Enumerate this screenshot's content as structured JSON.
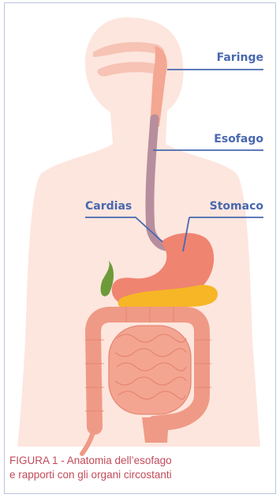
{
  "labels": {
    "faringe": "Faringe",
    "esofago": "Esofago",
    "cardias": "Cardias",
    "stomaco": "Stomaco"
  },
  "caption": {
    "line1": "FIGURA 1 - Anatomia dell’esofago",
    "line2": "e rapporti con gli organi circostanti"
  },
  "colors": {
    "body": "#fde6de",
    "inner": "#f8d3c5",
    "esophagus": "#b78e9e",
    "stomach": "#ef8471",
    "intestine": "#ef9a86",
    "pancreas": "#f6b625",
    "gallbladder": "#6e9a3a",
    "label": "#4868b0",
    "caption": "#c24b5a",
    "border": "#b9c4e0"
  }
}
